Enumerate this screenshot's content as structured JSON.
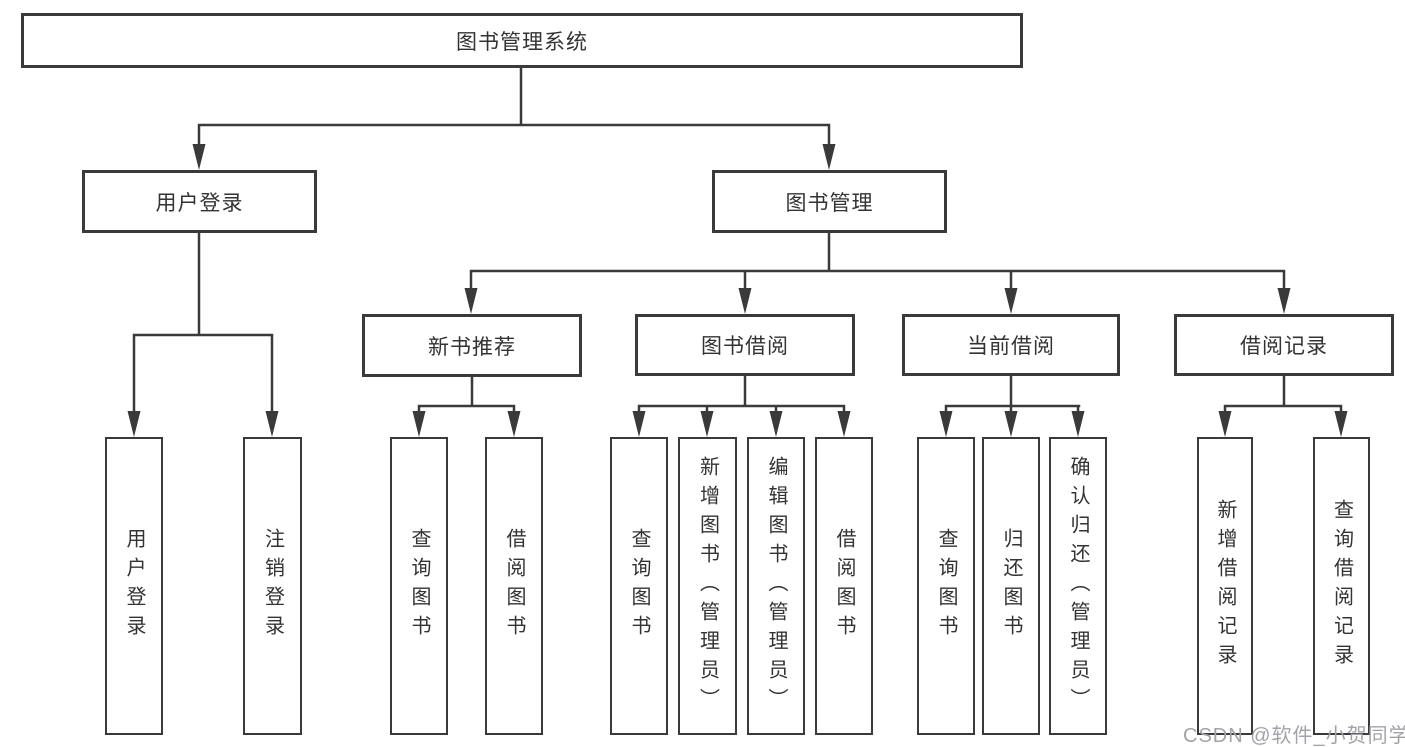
{
  "colors": {
    "line": "#3a3a3a",
    "text": "#333333",
    "bg": "#ffffff",
    "watermark": "#a0a3a9"
  },
  "tree": {
    "root": "图书管理系统",
    "branches": [
      {
        "label": "用户登录",
        "leaves": [
          "用户登录",
          "注销登录"
        ]
      },
      {
        "label": "图书管理",
        "groups": [
          {
            "label": "新书推荐",
            "leaves": [
              "查询图书",
              "借阅图书"
            ]
          },
          {
            "label": "图书借阅",
            "leaves": [
              "查询图书",
              "新增图书（管理员）",
              "编辑图书（管理员）",
              "借阅图书"
            ]
          },
          {
            "label": "当前借阅",
            "leaves": [
              "查询图书",
              "归还图书",
              "确认归还（管理员）"
            ]
          },
          {
            "label": "借阅记录",
            "leaves": [
              "新增借阅记录",
              "查询借阅记录"
            ]
          }
        ]
      }
    ]
  },
  "watermark": {
    "text": "CSDN @软件_小贺同学"
  }
}
